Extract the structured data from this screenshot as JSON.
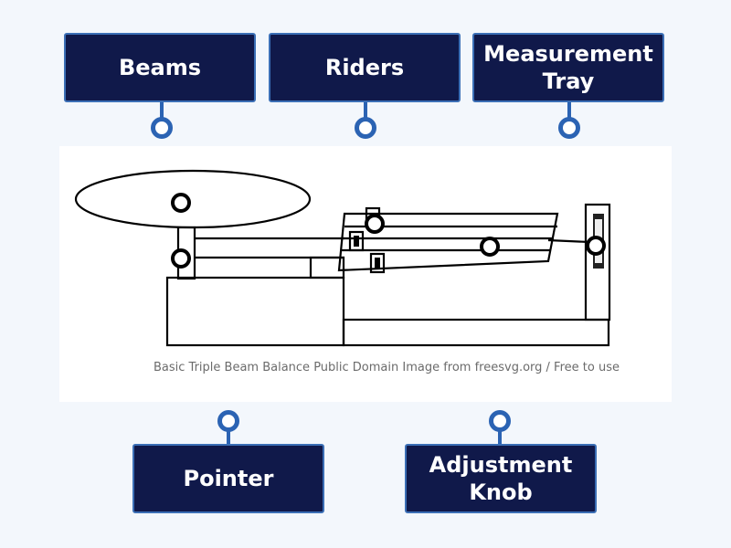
{
  "labels": {
    "beams": "Beams",
    "riders": "Riders",
    "measurement_tray": "Measurement Tray",
    "pointer": "Pointer",
    "adjustment_knob": "Adjustment Knob"
  },
  "image": {
    "credit": "Basic Triple Beam Balance Public Domain Image from freesvg.org / Free to use"
  },
  "colors": {
    "label_background": "#10194a",
    "label_border": "#3b6fb6",
    "connector": "#2b63b3",
    "page_background": "#f3f7fc"
  }
}
